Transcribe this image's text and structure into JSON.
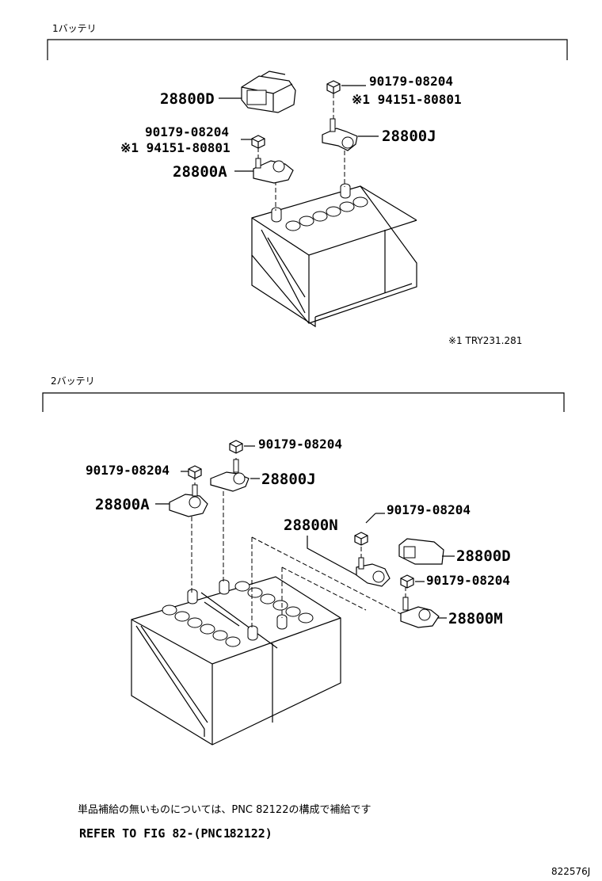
{
  "section1": {
    "title": "1バッテリ",
    "labels": {
      "cover": "28800D",
      "nut_top_right": "90179-08204",
      "alt_top_right": "※1 94151-80801",
      "clamp_right": "28800J",
      "nut_left": "90179-08204",
      "alt_left": "※1 94151-80801",
      "clamp_left": "28800A"
    },
    "footnote": "※1 TRY231.281"
  },
  "section2": {
    "title": "2バッテリ",
    "labels": {
      "nut_top": "90179-08204",
      "nut_left": "90179-08204",
      "clamp_j": "28800J",
      "clamp_a": "28800A",
      "clamp_n": "28800N",
      "nut_n": "90179-08204",
      "cover": "28800D",
      "nut_m": "90179-08204",
      "clamp_m": "28800M"
    }
  },
  "footer": {
    "note_jp": "単品補給の無いものについては、PNC 82122の構成で補給です",
    "note_en": "REFER TO FIG 82-(PNC 82122)",
    "overlay_digit": "1",
    "figure_id": "822576J"
  }
}
